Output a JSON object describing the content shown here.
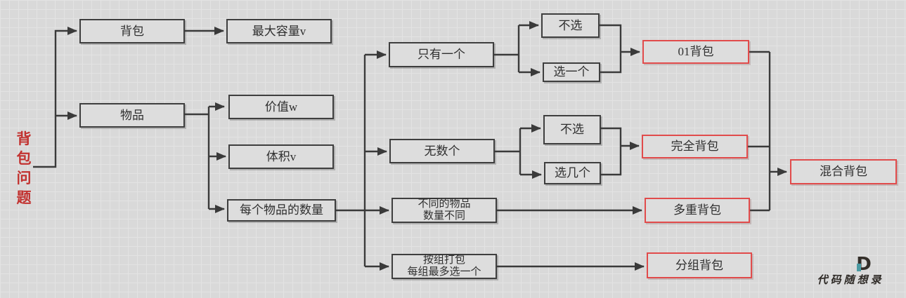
{
  "palette": {
    "background": "#d9d9d9",
    "grid_line": "#e3e3e3",
    "connector": "#3a3a3a",
    "box_fill": "#dddddd",
    "box_border": "#3e3e3e",
    "red_border": "#e14b4b",
    "title_red": "#c23230",
    "logo_teal": "#4b9aa3",
    "logo_dark": "#332e29"
  },
  "title": {
    "text": "背包问题",
    "chars": [
      "背",
      "包",
      "问",
      "题"
    ]
  },
  "nodes": {
    "bag": {
      "label": "背包"
    },
    "max_capacity": {
      "label": "最大容量v"
    },
    "item": {
      "label": "物品"
    },
    "value": {
      "label": "价值w"
    },
    "volume": {
      "label": "体积v"
    },
    "count": {
      "label": "每个物品的数量"
    },
    "only_one": {
      "label": "只有一个"
    },
    "infinite": {
      "label": "无数个"
    },
    "diff_count": {
      "line1": "不同的物品",
      "line2": "数量不同"
    },
    "pack_by_group": {
      "line1": "按组打包",
      "line2": "每组最多选一个"
    },
    "no_select_1": {
      "label": "不选"
    },
    "select_one": {
      "label": "选一个"
    },
    "no_select_2": {
      "label": "不选"
    },
    "select_several": {
      "label": "选几个"
    },
    "knapsack_01": {
      "label": "01背包"
    },
    "complete_knapsack": {
      "label": "完全背包"
    },
    "multiple_knapsack": {
      "label": "多重背包"
    },
    "group_knapsack": {
      "label": "分组背包"
    },
    "mixed_knapsack": {
      "label": "混合背包"
    }
  },
  "logo": {
    "letter": "D",
    "text": "代码随想录"
  }
}
